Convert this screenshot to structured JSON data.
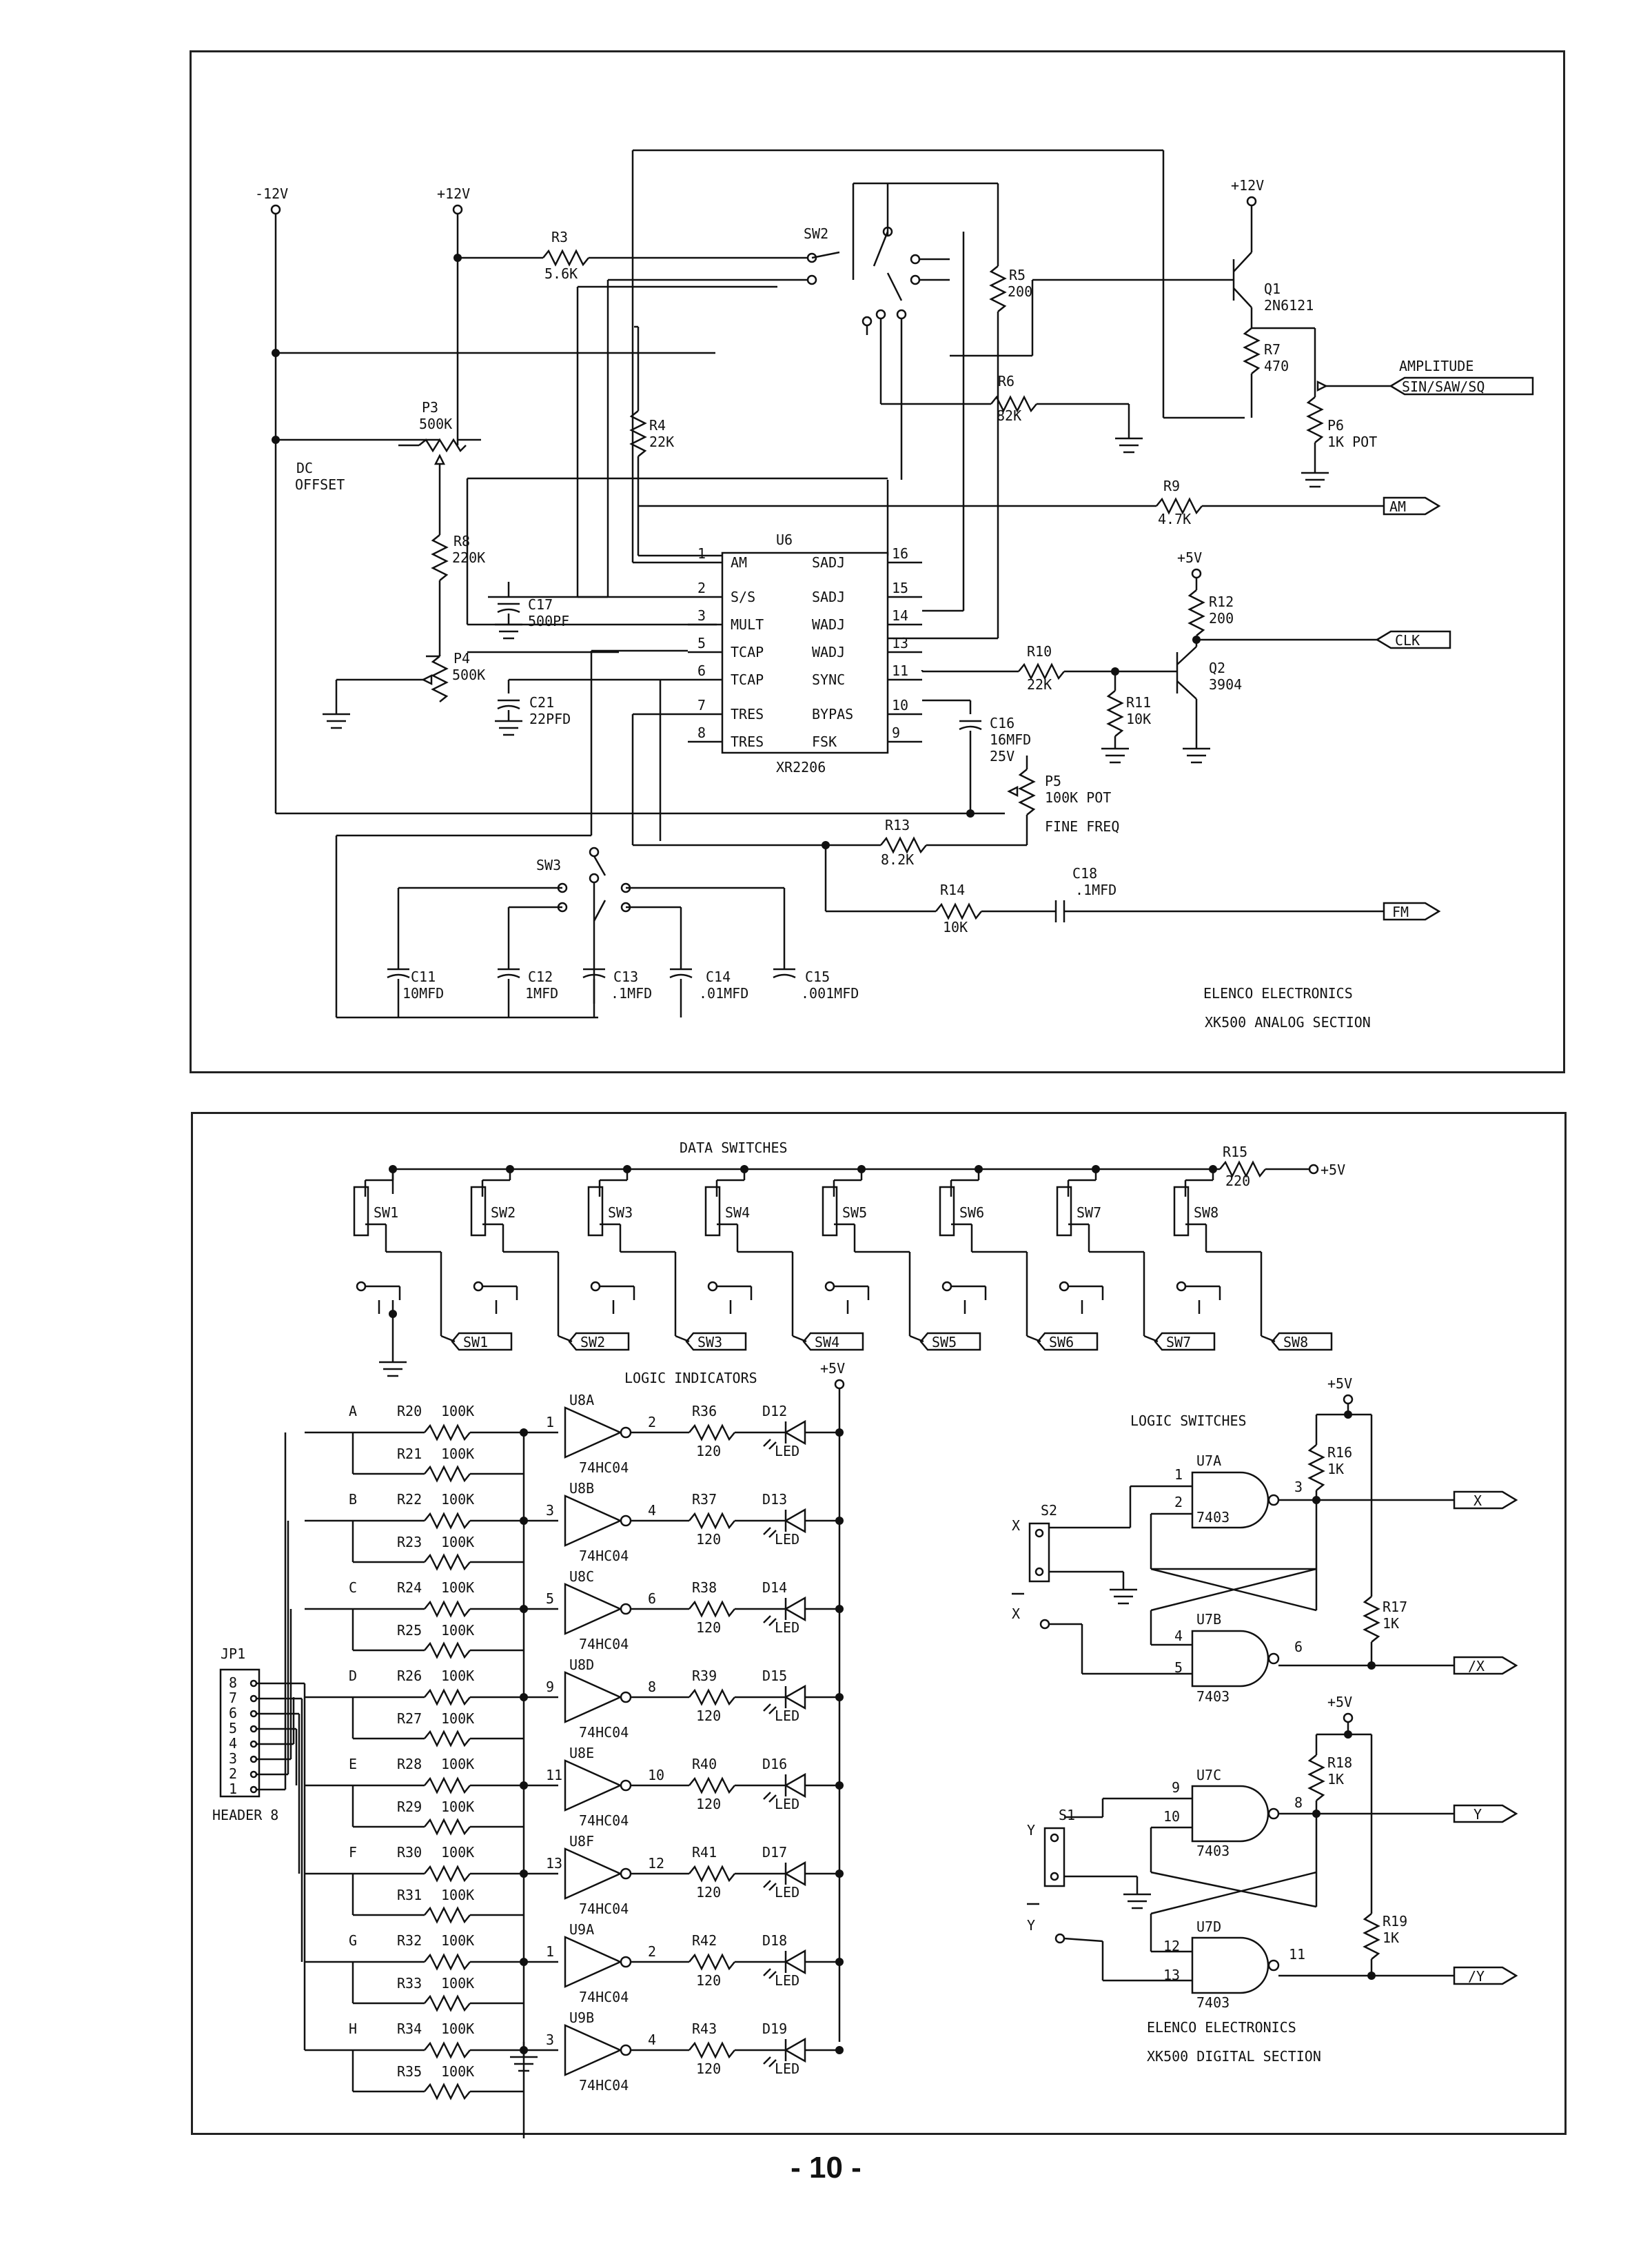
{
  "analog": {
    "rails": {
      "neg12": "-12V",
      "pos12a": "+12V",
      "pos12b": "+12V",
      "pos5a": "+5V"
    },
    "chip": {
      "ref": "U6",
      "part": "XR2206",
      "left_pins": [
        {
          "n": "1",
          "name": "AM"
        },
        {
          "n": "2",
          "name": "S/S"
        },
        {
          "n": "3",
          "name": "MULT"
        },
        {
          "n": "5",
          "name": "TCAP"
        },
        {
          "n": "6",
          "name": "TCAP"
        },
        {
          "n": "7",
          "name": "TRES"
        },
        {
          "n": "8",
          "name": "TRES"
        }
      ],
      "right_pins": [
        {
          "n": "16",
          "name": "SADJ"
        },
        {
          "n": "15",
          "name": "SADJ"
        },
        {
          "n": "14",
          "name": "WADJ"
        },
        {
          "n": "13",
          "name": "WADJ"
        },
        {
          "n": "11",
          "name": "SYNC"
        },
        {
          "n": "10",
          "name": "BYPAS"
        },
        {
          "n": "9",
          "name": "FSK"
        }
      ]
    },
    "parts": {
      "r3": {
        "ref": "R3",
        "val": "5.6K"
      },
      "r4": {
        "ref": "R4",
        "val": "22K"
      },
      "r5": {
        "ref": "R5",
        "val": "200"
      },
      "r6": {
        "ref": "R6",
        "val": "82K"
      },
      "r7": {
        "ref": "R7",
        "val": "470"
      },
      "r8": {
        "ref": "R8",
        "val": "220K"
      },
      "r9": {
        "ref": "R9",
        "val": "4.7K"
      },
      "r10": {
        "ref": "R10",
        "val": "22K"
      },
      "r11": {
        "ref": "R11",
        "val": "10K"
      },
      "r12": {
        "ref": "R12",
        "val": "200"
      },
      "r13": {
        "ref": "R13",
        "val": "8.2K"
      },
      "r14": {
        "ref": "R14",
        "val": "10K"
      },
      "p3": {
        "ref": "P3",
        "val": "500K"
      },
      "p4": {
        "ref": "P4",
        "val": "500K"
      },
      "p5": {
        "ref": "P5",
        "val": "100K POT"
      },
      "p6": {
        "ref": "P6",
        "val": "1K POT"
      },
      "q1": {
        "ref": "Q1",
        "val": "2N6121"
      },
      "q2": {
        "ref": "Q2",
        "val": "3904"
      },
      "c11": {
        "ref": "C11",
        "val": "10MFD"
      },
      "c12": {
        "ref": "C12",
        "val": "1MFD"
      },
      "c13": {
        "ref": "C13",
        "val": ".1MFD"
      },
      "c14": {
        "ref": "C14",
        "val": ".01MFD"
      },
      "c15": {
        "ref": "C15",
        "val": ".001MFD"
      },
      "c16": {
        "ref": "C16",
        "val": "16MFD",
        "val2": "25V"
      },
      "c17": {
        "ref": "C17",
        "val": "500PF"
      },
      "c18": {
        "ref": "C18",
        "val": ".1MFD"
      },
      "c21": {
        "ref": "C21",
        "val": "22PFD"
      },
      "sw2": "SW2",
      "sw3": "SW3"
    },
    "labels": {
      "dc1": "DC",
      "dc2": "OFFSET",
      "amplitude": "AMPLITUDE",
      "fine_freq": "FINE FREQ"
    },
    "ports": {
      "wave": "SIN/SAW/SQ",
      "am": "AM",
      "clk": "CLK",
      "fm": "FM"
    },
    "footer": {
      "company": "ELENCO ELECTRONICS",
      "section": "XK500 ANALOG SECTION"
    }
  },
  "digital": {
    "data_switches": {
      "title": "DATA SWITCHES",
      "r15": "R15",
      "r15_val": "220",
      "vcc": "+5V",
      "switches": [
        "SW1",
        "SW2",
        "SW3",
        "SW4",
        "SW5",
        "SW6",
        "SW7",
        "SW8"
      ]
    },
    "logic_indicators": {
      "title": "LOGIC INDICATORS",
      "vcc": "+5V",
      "header": "JP1",
      "header_name": "HEADER 8",
      "header_pins": [
        "8",
        "7",
        "6",
        "5",
        "4",
        "3",
        "2",
        "1"
      ],
      "channels": [
        {
          "letter": "A",
          "ra": "R20",
          "rb": "R21",
          "rv": "100K",
          "gate": "U8A",
          "in": "1",
          "out": "2",
          "rl": "R36",
          "rlv": "120",
          "d": "D12"
        },
        {
          "letter": "B",
          "ra": "R22",
          "rb": "R23",
          "rv": "100K",
          "gate": "U8B",
          "in": "3",
          "out": "4",
          "rl": "R37",
          "rlv": "120",
          "d": "D13"
        },
        {
          "letter": "C",
          "ra": "R24",
          "rb": "R25",
          "rv": "100K",
          "gate": "U8C",
          "in": "5",
          "out": "6",
          "rl": "R38",
          "rlv": "120",
          "d": "D14"
        },
        {
          "letter": "D",
          "ra": "R26",
          "rb": "R27",
          "rv": "100K",
          "gate": "U8D",
          "in": "9",
          "out": "8",
          "rl": "R39",
          "rlv": "120",
          "d": "D15"
        },
        {
          "letter": "E",
          "ra": "R28",
          "rb": "R29",
          "rv": "100K",
          "gate": "U8E",
          "in": "11",
          "out": "10",
          "rl": "R40",
          "rlv": "120",
          "d": "D16"
        },
        {
          "letter": "F",
          "ra": "R30",
          "rb": "R31",
          "rv": "100K",
          "gate": "U8F",
          "in": "13",
          "out": "12",
          "rl": "R41",
          "rlv": "120",
          "d": "D17"
        },
        {
          "letter": "G",
          "ra": "R32",
          "rb": "R33",
          "rv": "100K",
          "gate": "U9A",
          "in": "1",
          "out": "2",
          "rl": "R42",
          "rlv": "120",
          "d": "D18"
        },
        {
          "letter": "H",
          "ra": "R34",
          "rb": "R35",
          "rv": "100K",
          "gate": "U9B",
          "in": "3",
          "out": "4",
          "rl": "R43",
          "rlv": "120",
          "d": "D19"
        }
      ],
      "gate_part": "74HC04",
      "led": "LED"
    },
    "logic_switches": {
      "title": "LOGIC SWITCHES",
      "vcc": "+5V",
      "gate_part": "7403",
      "s2": "S2",
      "s1": "S1",
      "x": "X",
      "xbar": "X",
      "y": "Y",
      "ybar": "Y",
      "out_x": "X",
      "out_xbar": "/X",
      "out_y": "Y",
      "out_ybar": "/Y",
      "r16": "R16",
      "r17": "R17",
      "r18": "R18",
      "r19": "R19",
      "rval": "1K",
      "u7a": "U7A",
      "u7b": "U7B",
      "u7c": "U7C",
      "u7d": "U7D",
      "pins": {
        "a1": "1",
        "a2": "2",
        "a3": "3",
        "b4": "4",
        "b5": "5",
        "b6": "6",
        "c9": "9",
        "c10": "10",
        "c8": "8",
        "d12": "12",
        "d13": "13",
        "d11": "11"
      }
    },
    "footer": {
      "company": "ELENCO ELECTRONICS",
      "section": "XK500 DIGITAL SECTION"
    }
  },
  "page_number": "- 10 -"
}
